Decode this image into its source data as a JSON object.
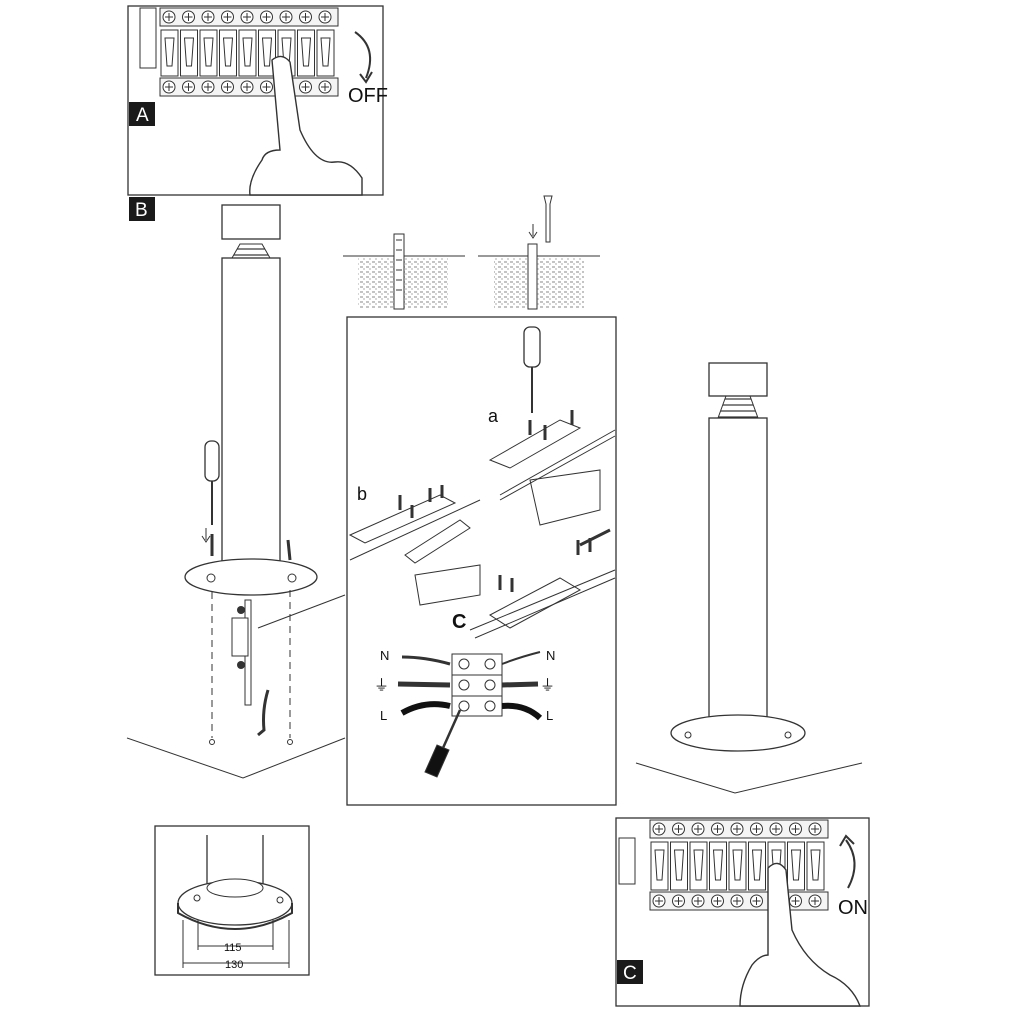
{
  "panels": {
    "a": {
      "badge": "A",
      "switch_state": "OFF"
    },
    "b": {
      "badge": "B"
    },
    "c": {
      "badge": "C",
      "switch_state": "ON"
    }
  },
  "wiring": {
    "step_a": "a",
    "step_b": "b",
    "step_c": "C",
    "neutral_left": "N",
    "neutral_right": "N",
    "live_left": "L",
    "live_right": "L",
    "earth_symbol": "⏚"
  },
  "dimensions": {
    "inner": "115",
    "outer": "130"
  }
}
